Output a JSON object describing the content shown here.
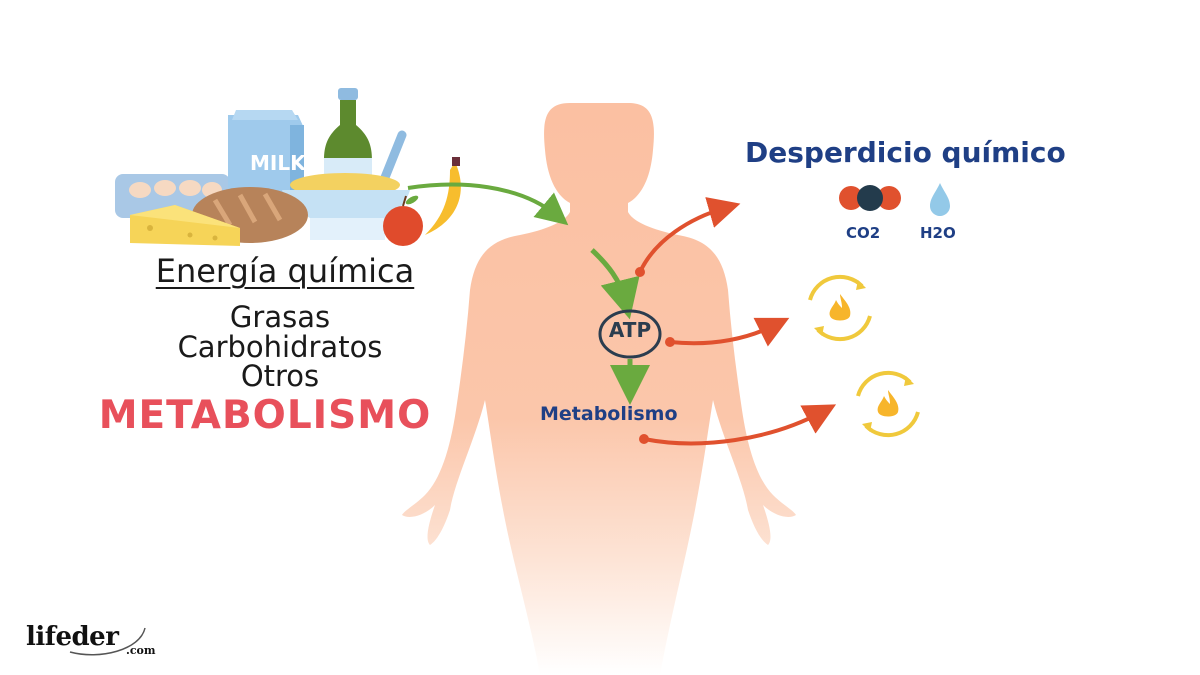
{
  "left_panel": {
    "food_illustration": {
      "items": [
        "eggs-carton",
        "milk-carton",
        "green-bottle",
        "cereal-bowl",
        "cheese",
        "bread",
        "apple",
        "banana"
      ],
      "milk_label": "MILK"
    },
    "energy_title": "Energía química",
    "nutrients": [
      "Grasas",
      "Carbohidratos",
      "Otros"
    ],
    "headline": "METABOLISMO"
  },
  "body_diagram": {
    "atp_label": "ATP",
    "metabolism_label": "Metabolismo"
  },
  "waste": {
    "title": "Desperdicio químico",
    "molecules": [
      {
        "label": "CO2",
        "icon": "co2-molecule-icon"
      },
      {
        "label": "H2O",
        "icon": "water-drop-icon"
      }
    ]
  },
  "outputs": [
    {
      "icon": "heat-cycle-icon"
    },
    {
      "icon": "heat-cycle-icon"
    }
  ],
  "logo": {
    "name": "lifeder",
    "suffix": ".com"
  },
  "colors": {
    "body": "#fbc4a8",
    "green_arrow": "#6aaa3f",
    "red_arrow": "#e0512e",
    "navy_text": "#1f3f85",
    "headline_red": "#e8505b",
    "flame_yellow": "#f7b52b",
    "cycle_yellow": "#f0c93c"
  }
}
